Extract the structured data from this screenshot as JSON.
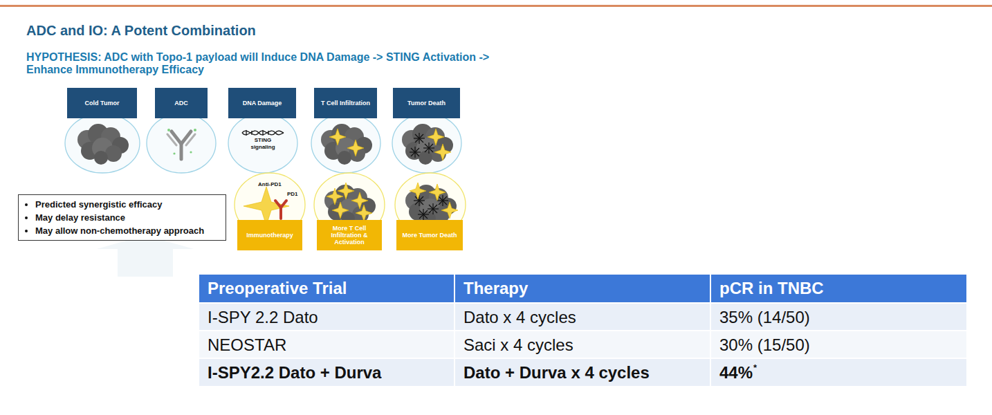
{
  "diagram": {
    "title": "ADC and IO: A Potent Combination",
    "nodes": [
      {
        "text": [
          "Cold Tumor"
        ]
      },
      {
        "text": [
          "ADC"
        ]
      },
      {
        "text": [
          "DNA Damage"
        ]
      },
      {
        "text": [
          "T Cell Infiltration"
        ]
      },
      {
        "text": [
          "Tumor Death"
        ]
      },
      {
        "text": [
          "STING signaling"
        ]
      },
      {
        "text": [
          "Anti-PD1",
          "PD1"
        ]
      },
      {
        "text": [
          "Predicted synergistic efficacy",
          "May delay resistance",
          "May allow non-chemotherapy approach"
        ]
      },
      {
        "text": [
          "Immunotherapy"
        ]
      },
      {
        "text": [
          "More T Cell Infiltration & Activation"
        ]
      },
      {
        "text": [
          "More Tumor Death"
        ]
      }
    ],
    "labels": [
      "HYPOTHESIS: ADC with Topo-1 payload will Induce DNA Damage -> STING Activation -> Enhance Immunotherapy Efficacy",
      "Preoperative Trial",
      "Therapy",
      "pCR in TNBC",
      "I-SPY 2.2 Dato",
      "Dato x 4 cycles",
      "35% (14/50)",
      "NEOSTAR",
      "Saci x 4 cycles",
      "30% (15/50)",
      "I-SPY2.2 Dato + Durva",
      "Dato + Durva x 4 cycles",
      "44%",
      "*"
    ]
  }
}
